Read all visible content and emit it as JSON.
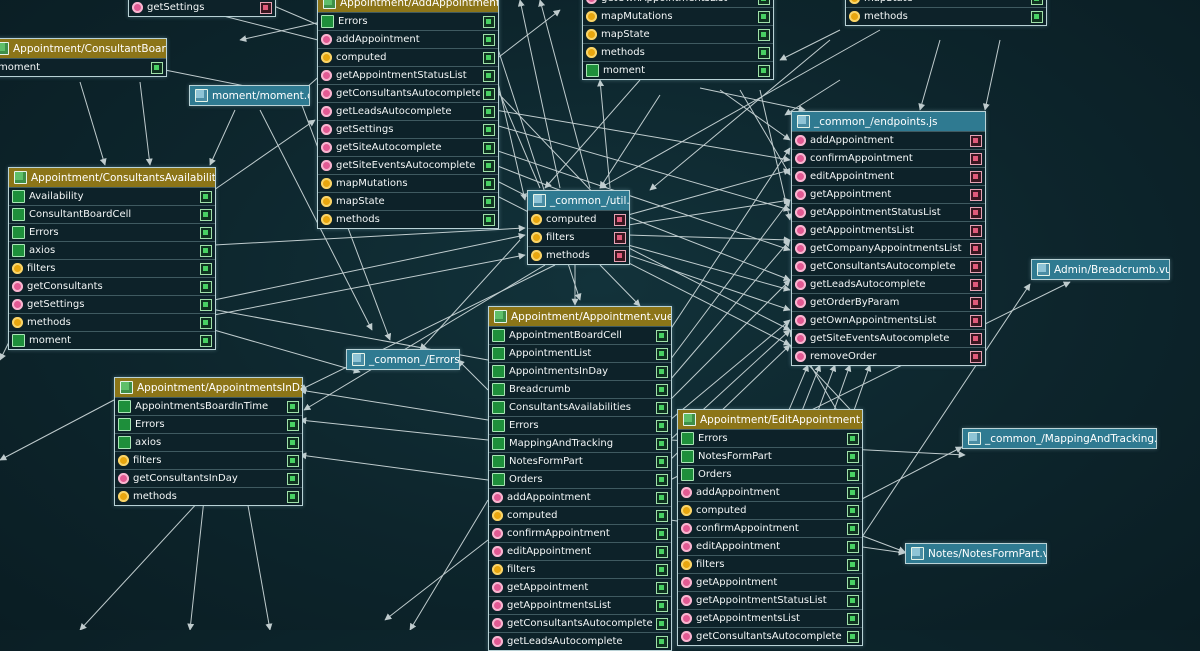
{
  "nodes": [
    {
      "id": "consultantBoardCell",
      "title": "Appointment/ConsultantBoardCell.vue",
      "kind": "vue",
      "items": [
        {
          "t": "moment",
          "i": "none",
          "p": "in"
        }
      ]
    },
    {
      "id": "addAppointmentVue",
      "title": "Appointment/AddAppointment.vue",
      "kind": "vue",
      "items": [
        {
          "t": "Errors",
          "i": "comp",
          "p": "in"
        },
        {
          "t": "addAppointment",
          "i": "fn",
          "p": "in"
        },
        {
          "t": "computed",
          "i": "prop",
          "p": "in"
        },
        {
          "t": "getAppointmentStatusList",
          "i": "fn",
          "p": "in"
        },
        {
          "t": "getConsultantsAutocomplete",
          "i": "fn",
          "p": "in"
        },
        {
          "t": "getLeadsAutocomplete",
          "i": "fn",
          "p": "in"
        },
        {
          "t": "getSettings",
          "i": "fn",
          "p": "in"
        },
        {
          "t": "getSiteAutocomplete",
          "i": "fn",
          "p": "in"
        },
        {
          "t": "getSiteEventsAutocomplete",
          "i": "fn",
          "p": "in"
        },
        {
          "t": "mapMutations",
          "i": "prop",
          "p": "in"
        },
        {
          "t": "mapState",
          "i": "prop",
          "p": "in"
        },
        {
          "t": "methods",
          "i": "prop",
          "p": "in"
        }
      ]
    },
    {
      "id": "topLeftFrag",
      "title": "",
      "kind": "vue",
      "items": [
        {
          "t": "getSettings",
          "i": "fn",
          "p": "exp"
        }
      ]
    },
    {
      "id": "topMidNode",
      "title": "",
      "kind": "vue",
      "items": [
        {
          "t": "getOwnAppointmentsList",
          "i": "fn",
          "p": "in"
        },
        {
          "t": "mapMutations",
          "i": "prop",
          "p": "in"
        },
        {
          "t": "mapState",
          "i": "prop",
          "p": "in"
        },
        {
          "t": "methods",
          "i": "prop",
          "p": "in"
        },
        {
          "t": "moment",
          "i": "comp",
          "p": "in"
        }
      ]
    },
    {
      "id": "topRightNode",
      "title": "",
      "kind": "vue",
      "items": [
        {
          "t": "mapState",
          "i": "prop",
          "p": "in"
        },
        {
          "t": "methods",
          "i": "prop",
          "p": "in"
        }
      ]
    },
    {
      "id": "momentTs",
      "title": "moment/moment.d.ts",
      "kind": "ts",
      "items": []
    },
    {
      "id": "endpoints",
      "title": "_common_/endpoints.js",
      "kind": "js",
      "items": [
        {
          "t": "addAppointment",
          "i": "fn",
          "p": "exp"
        },
        {
          "t": "confirmAppointment",
          "i": "fn",
          "p": "exp"
        },
        {
          "t": "editAppointment",
          "i": "fn",
          "p": "exp"
        },
        {
          "t": "getAppointment",
          "i": "fn",
          "p": "exp"
        },
        {
          "t": "getAppointmentStatusList",
          "i": "fn",
          "p": "exp"
        },
        {
          "t": "getAppointmentsList",
          "i": "fn",
          "p": "exp"
        },
        {
          "t": "getCompanyAppointmentsList",
          "i": "fn",
          "p": "exp"
        },
        {
          "t": "getConsultantsAutocomplete",
          "i": "fn",
          "p": "exp"
        },
        {
          "t": "getLeadsAutocomplete",
          "i": "fn",
          "p": "exp"
        },
        {
          "t": "getOrderByParam",
          "i": "fn",
          "p": "exp"
        },
        {
          "t": "getOwnAppointmentsList",
          "i": "fn",
          "p": "exp"
        },
        {
          "t": "getSiteEventsAutocomplete",
          "i": "fn",
          "p": "exp"
        },
        {
          "t": "removeOrder",
          "i": "fn",
          "p": "exp"
        }
      ]
    },
    {
      "id": "consultantsAvail",
      "title": "Appointment/ConsultantsAvailabilities.vue",
      "kind": "vue",
      "items": [
        {
          "t": "Availability",
          "i": "comp",
          "p": "in"
        },
        {
          "t": "ConsultantBoardCell",
          "i": "comp",
          "p": "in"
        },
        {
          "t": "Errors",
          "i": "comp",
          "p": "in"
        },
        {
          "t": "axios",
          "i": "comp",
          "p": "in"
        },
        {
          "t": "filters",
          "i": "prop",
          "p": "in"
        },
        {
          "t": "getConsultants",
          "i": "fn",
          "p": "in"
        },
        {
          "t": "getSettings",
          "i": "fn",
          "p": "in"
        },
        {
          "t": "methods",
          "i": "prop",
          "p": "in"
        },
        {
          "t": "moment",
          "i": "comp",
          "p": "in"
        }
      ]
    },
    {
      "id": "utilJs",
      "title": "_common_/util.js",
      "kind": "js",
      "items": [
        {
          "t": "computed",
          "i": "prop",
          "p": "exp"
        },
        {
          "t": "filters",
          "i": "prop",
          "p": "exp"
        },
        {
          "t": "methods",
          "i": "prop",
          "p": "exp"
        }
      ]
    },
    {
      "id": "breadcrumb",
      "title": "Admin/Breadcrumb.vue",
      "kind": "js",
      "items": []
    },
    {
      "id": "errorsJs",
      "title": "_common_/Errors.js",
      "kind": "js",
      "items": []
    },
    {
      "id": "appointmentVue",
      "title": "Appointment/Appointment.vue",
      "kind": "vue",
      "items": [
        {
          "t": "AppointmentBoardCell",
          "i": "comp",
          "p": "in"
        },
        {
          "t": "AppointmentList",
          "i": "comp",
          "p": "in"
        },
        {
          "t": "AppointmentsInDay",
          "i": "comp",
          "p": "in"
        },
        {
          "t": "Breadcrumb",
          "i": "comp",
          "p": "in"
        },
        {
          "t": "ConsultantsAvailabilities",
          "i": "comp",
          "p": "in"
        },
        {
          "t": "Errors",
          "i": "comp",
          "p": "in"
        },
        {
          "t": "MappingAndTracking",
          "i": "comp",
          "p": "in"
        },
        {
          "t": "NotesFormPart",
          "i": "comp",
          "p": "in"
        },
        {
          "t": "Orders",
          "i": "comp",
          "p": "in"
        },
        {
          "t": "addAppointment",
          "i": "fn",
          "p": "in"
        },
        {
          "t": "computed",
          "i": "prop",
          "p": "in"
        },
        {
          "t": "confirmAppointment",
          "i": "fn",
          "p": "in"
        },
        {
          "t": "editAppointment",
          "i": "fn",
          "p": "in"
        },
        {
          "t": "filters",
          "i": "prop",
          "p": "in"
        },
        {
          "t": "getAppointment",
          "i": "fn",
          "p": "in"
        },
        {
          "t": "getAppointmentsList",
          "i": "fn",
          "p": "in"
        },
        {
          "t": "getConsultantsAutocomplete",
          "i": "fn",
          "p": "in"
        },
        {
          "t": "getLeadsAutocomplete",
          "i": "fn",
          "p": "in"
        }
      ]
    },
    {
      "id": "appointmentsInDay",
      "title": "Appointment/AppointmentsInDay.vue",
      "kind": "vue",
      "items": [
        {
          "t": "AppointmentsBoardInTime",
          "i": "comp",
          "p": "in"
        },
        {
          "t": "Errors",
          "i": "comp",
          "p": "in"
        },
        {
          "t": "axios",
          "i": "comp",
          "p": "in"
        },
        {
          "t": "filters",
          "i": "prop",
          "p": "in"
        },
        {
          "t": "getConsultantsInDay",
          "i": "fn",
          "p": "in"
        },
        {
          "t": "methods",
          "i": "prop",
          "p": "in"
        }
      ]
    },
    {
      "id": "editAppointment",
      "title": "Appointment/EditAppointment.vue",
      "kind": "vue",
      "items": [
        {
          "t": "Errors",
          "i": "comp",
          "p": "in"
        },
        {
          "t": "NotesFormPart",
          "i": "comp",
          "p": "in"
        },
        {
          "t": "Orders",
          "i": "comp",
          "p": "in"
        },
        {
          "t": "addAppointment",
          "i": "fn",
          "p": "in"
        },
        {
          "t": "computed",
          "i": "prop",
          "p": "in"
        },
        {
          "t": "confirmAppointment",
          "i": "fn",
          "p": "in"
        },
        {
          "t": "editAppointment",
          "i": "fn",
          "p": "in"
        },
        {
          "t": "filters",
          "i": "prop",
          "p": "in"
        },
        {
          "t": "getAppointment",
          "i": "fn",
          "p": "in"
        },
        {
          "t": "getAppointmentStatusList",
          "i": "fn",
          "p": "in"
        },
        {
          "t": "getAppointmentsList",
          "i": "fn",
          "p": "in"
        },
        {
          "t": "getConsultantsAutocomplete",
          "i": "fn",
          "p": "in"
        }
      ]
    },
    {
      "id": "mappingTracking",
      "title": "_common_/MappingAndTracking.vue",
      "kind": "js",
      "items": []
    },
    {
      "id": "notesFormPart",
      "title": "Notes/NotesFormPart.vue",
      "kind": "js",
      "items": []
    }
  ]
}
